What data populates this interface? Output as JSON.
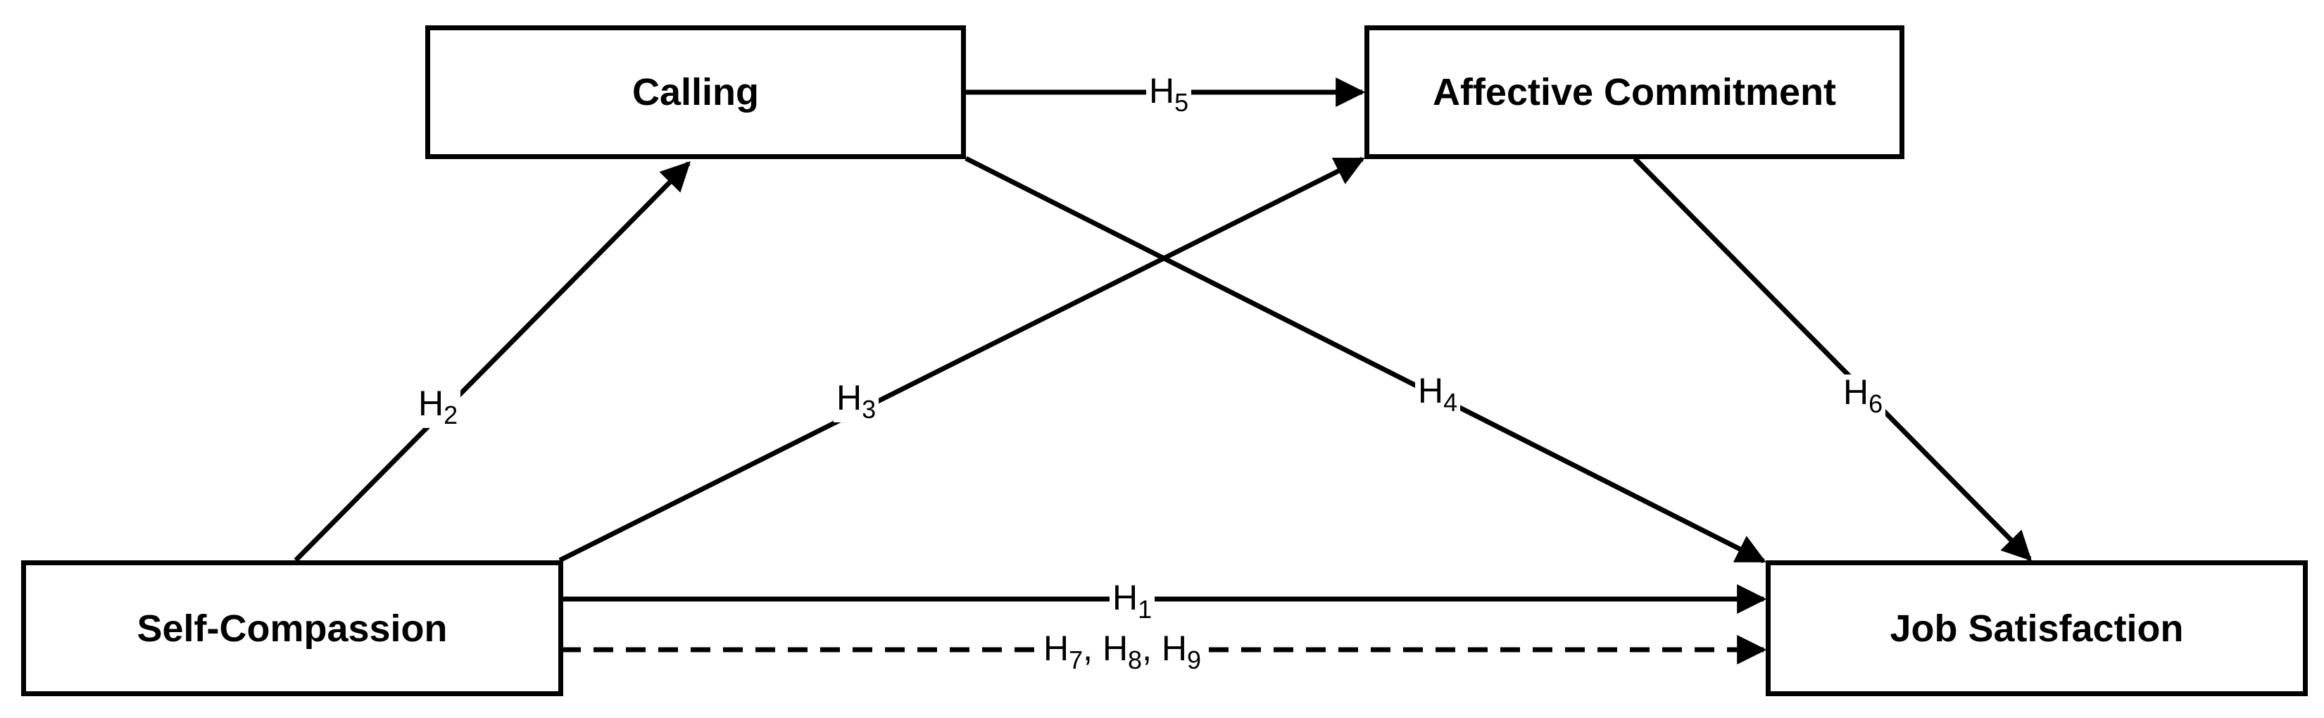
{
  "nodes": {
    "calling": "Calling",
    "affective_commitment": "Affective Commitment",
    "self_compassion": "Self-Compassion",
    "job_satisfaction": "Job Satisfaction"
  },
  "paths": {
    "h1": {
      "letter": "H",
      "sub": "1"
    },
    "h2": {
      "letter": "H",
      "sub": "2"
    },
    "h3": {
      "letter": "H",
      "sub": "3"
    },
    "h4": {
      "letter": "H",
      "sub": "4"
    },
    "h5": {
      "letter": "H",
      "sub": "5"
    },
    "h6": {
      "letter": "H",
      "sub": "6"
    },
    "h789": {
      "a": {
        "letter": "H",
        "sub": "7"
      },
      "sep1": ", ",
      "b": {
        "letter": "H",
        "sub": "8"
      },
      "sep2": ", ",
      "c": {
        "letter": "H",
        "sub": "9"
      }
    }
  }
}
